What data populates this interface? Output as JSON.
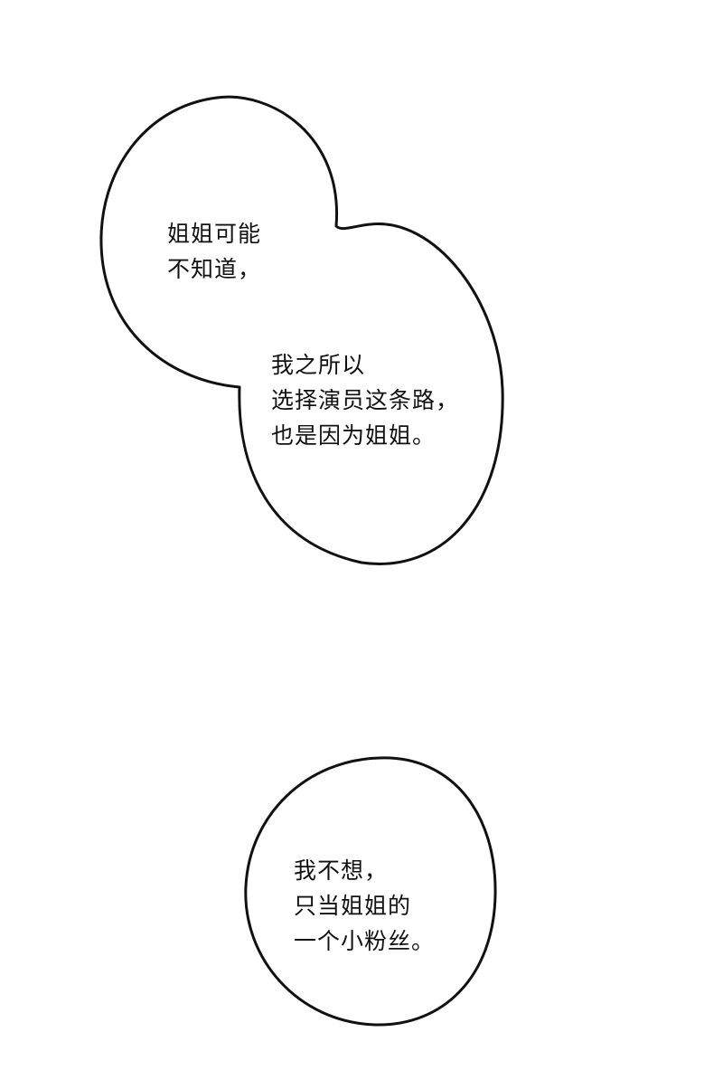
{
  "bubble1": {
    "lines": [
      "姐姐可能",
      "不知道，"
    ]
  },
  "bubble2": {
    "lines": [
      "我之所以",
      "选择演员这条路，",
      "也是因为姐姐。"
    ]
  },
  "bubble3": {
    "lines": [
      "我不想，",
      "只当姐姐的",
      "一个小粉丝。"
    ]
  }
}
